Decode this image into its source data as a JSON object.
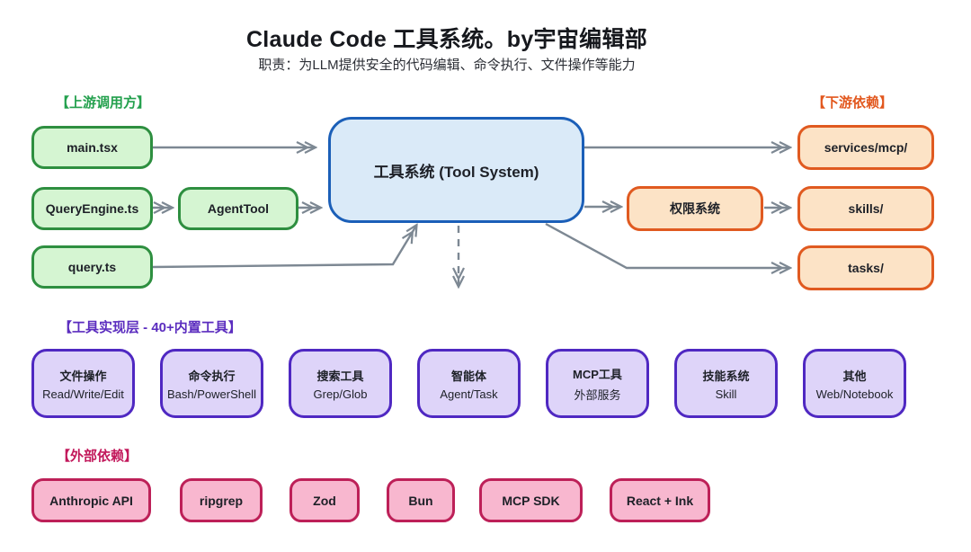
{
  "header": {
    "title": "Claude Code 工具系统。by宇宙编辑部",
    "subtitle": "职责：为LLM提供安全的代码编辑、命令执行、文件操作等能力"
  },
  "sections": {
    "upstream_label": "【上游调用方】",
    "downstream_label": "【下游依赖】",
    "tools_label": "【工具实现层 - 40+内置工具】",
    "external_label": "【外部依赖】"
  },
  "nodes": {
    "main_tsx": {
      "label": "main.tsx"
    },
    "query_engine": {
      "label": "QueryEngine.ts"
    },
    "agent_tool": {
      "label": "AgentTool"
    },
    "query_ts": {
      "label": "query.ts"
    },
    "tool_system": {
      "label": "工具系统 (Tool System)"
    },
    "permission_system": {
      "label": "权限系统"
    },
    "services_mcp": {
      "label": "services/mcp/"
    },
    "skills": {
      "label": "skills/"
    },
    "tasks": {
      "label": "tasks/"
    }
  },
  "tool_nodes": [
    {
      "title": "文件操作",
      "subtitle": "Read/Write/Edit"
    },
    {
      "title": "命令执行",
      "subtitle": "Bash/PowerShell"
    },
    {
      "title": "搜索工具",
      "subtitle": "Grep/Glob"
    },
    {
      "title": "智能体",
      "subtitle": "Agent/Task"
    },
    {
      "title": "MCP工具",
      "subtitle": "外部服务"
    },
    {
      "title": "技能系统",
      "subtitle": "Skill"
    },
    {
      "title": "其他",
      "subtitle": "Web/Notebook"
    }
  ],
  "external_nodes": [
    {
      "label": "Anthropic API"
    },
    {
      "label": "ripgrep"
    },
    {
      "label": "Zod"
    },
    {
      "label": "Bun"
    },
    {
      "label": "MCP SDK"
    },
    {
      "label": "React + Ink"
    }
  ],
  "colors": {
    "upstream_green": "#2e8f40",
    "upstream_green_fill": "#d5f5d2",
    "core_blue": "#1b5fb8",
    "core_blue_fill": "#daeaf8",
    "downstream_orange": "#e05a20",
    "downstream_orange_fill": "#fce3c6",
    "tools_purple": "#4f28c2",
    "tools_purple_fill": "#ded4f9",
    "external_pink": "#bd2058",
    "external_pink_fill": "#f8b7cf",
    "arrow_gray": "#7d8893"
  }
}
